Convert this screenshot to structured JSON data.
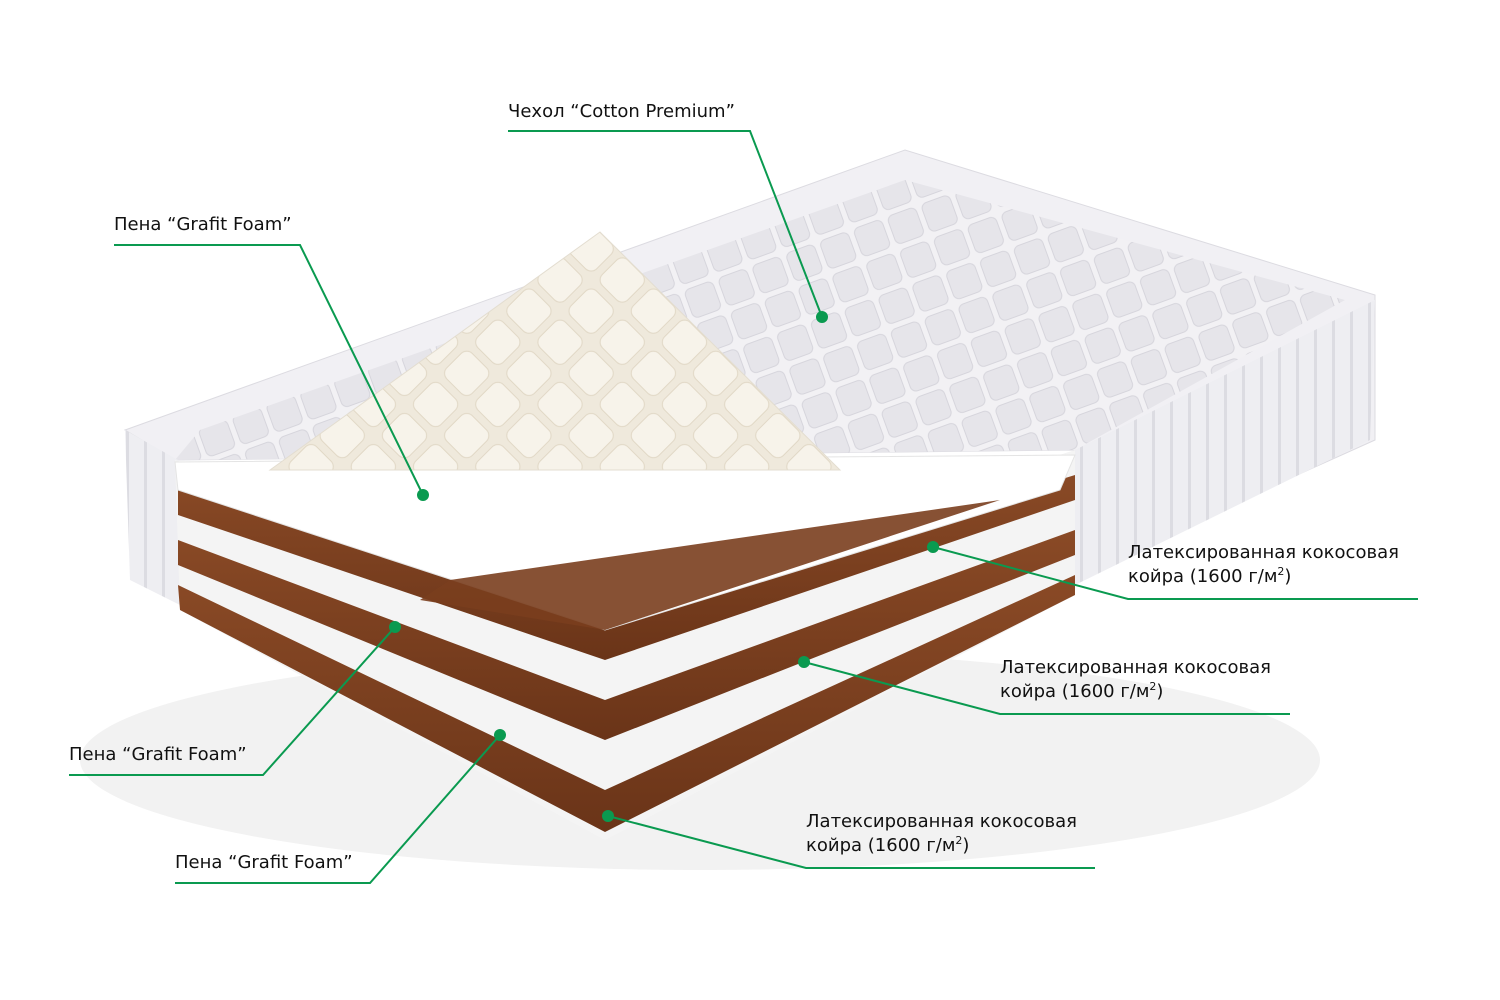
{
  "accent_color": "#0a9a50",
  "labels": {
    "cover": "Чехол “Cotton Premium”",
    "foam_top": "Пена “Grafit Foam”",
    "foam_mid": "Пена “Grafit Foam”",
    "foam_bottom": "Пена “Grafit Foam”",
    "coir_1_line1": "Латексированная кокосовая",
    "coir_1_line2": "койра (1600 г/м",
    "coir_2_line1": "Латексированная кокосовая",
    "coir_2_line2": "койра (1600 г/м",
    "coir_3_line1": "Латексированная кокосовая",
    "coir_3_line2": "койра (1600 г/м",
    "sup": "2",
    "close": ")"
  }
}
